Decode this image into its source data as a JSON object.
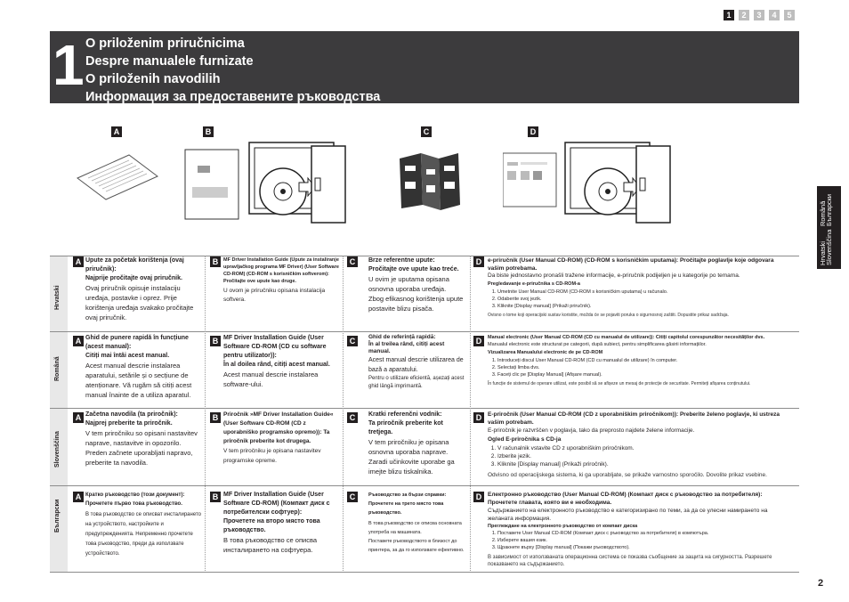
{
  "page_nav": [
    "1",
    "2",
    "3",
    "4",
    "5"
  ],
  "banner": {
    "number": "1",
    "titles": [
      "O priloženim priručnicima",
      "Despre manualele furnizate",
      "O priloženih navodilih",
      "Информация за предоставените ръководства"
    ]
  },
  "illustrations": {
    "A": "A",
    "B": "B",
    "C": "C",
    "D": "D"
  },
  "side_tab": [
    "Hrvatski",
    "Română",
    "Slovenščina",
    "Български"
  ],
  "rows": [
    {
      "language": "Hrvatski",
      "A": {
        "head": "Upute za početak korištenja (ovaj priručnik):",
        "sub": "Najprije pročitajte ovaj priručnik.",
        "body": "Ovaj priručnik opisuje instalaciju uređaja, postavke i oprez. Prije korištenja uređaja svakako pročitajte ovaj priručnik."
      },
      "B": {
        "head": "MF Driver Installation Guide (Upute za instaliranje upravljačkog programa MF Driver) (User Software CD-ROM) (CD-ROM s korisničkim softverom):",
        "sub": "Pročitajte ove upute kao druge.",
        "body": "U ovom je priručniku opisana instalacija softvera."
      },
      "C": {
        "head": "Brze referentne upute:",
        "sub": "Pročitajte ove upute kao treće.",
        "body": "U ovim je uputama opisana osnovna uporaba uređaja.",
        "body2": "Zbog efikasnog korištenja upute postavite blizu pisača."
      },
      "D": {
        "head": "e-priručnik (User Manual CD-ROM) (CD-ROM s korisničkim uputama): Pročitajte poglavlje koje odgovara vašim potrebama.",
        "intro": "Da biste jednostavno pronašli tražene informacije, e-priručnik podijeljen je u kategorije po temama.",
        "sub": "Pregledavanje e-priručnika s CD-ROM-a",
        "steps": [
          "Umetnite User Manual CD-ROM (CD-ROM s korisničkim uputama) u računalo.",
          "Odaberite svoj jezik.",
          "Kliknite [Display manual] (Prikaži priručnik)."
        ],
        "note": "Ovisno o tome koji operacijski sustav koristite, možda će se pojaviti poruka o sigurnosnoj zaštiti. Dopustite prikaz sadržaja."
      }
    },
    {
      "language": "Română",
      "A": {
        "head": "Ghid de punere rapidă în funcțiune (acest manual):",
        "sub": "Citiți mai întâi acest manual.",
        "body": "Acest manual descrie instalarea aparatului, setările și o secțiune de atenționare. Vă rugăm să citiți acest manual înainte de a utiliza aparatul."
      },
      "B": {
        "head": "MF Driver Installation Guide (User Software CD-ROM (CD cu software pentru utilizator)):",
        "sub": "În al doilea rând, citiți acest manual.",
        "body": "Acest manual descrie instalarea software-ului."
      },
      "C": {
        "head": "Ghid de referință rapidă:",
        "sub": "În al treilea rând, citiți acest manual.",
        "body": "Acest manual descrie utilizarea de bază a aparatului.",
        "body2": "Pentru o utilizare eficientă, așezați acest ghid lângă imprimantă."
      },
      "D": {
        "head": "Manual electronic (User Manual CD-ROM (CD cu manualul de utilizare)): Citiți capitolul corespunzător necesităților dvs.",
        "intro": "Manualul electronic este structurat pe categorii, după subiect, pentru simplificarea găsirii informațiilor.",
        "sub": "Vizualizarea Manualului electronic de pe CD-ROM",
        "steps": [
          "Introduceți discul User Manual CD-ROM (CD cu manualul de utilizare) în computer.",
          "Selectați limba dvs.",
          "Faceți clic pe [Display Manual] (Afișare manual)."
        ],
        "note": "În funcție de sistemul de operare utilizat, este posibil să se afișeze un mesaj de protecție de securitate. Permiteți afișarea conținutului."
      }
    },
    {
      "language": "Slovenščina",
      "A": {
        "head": "Začetna navodila (ta priročnik):",
        "sub": "Najprej preberite ta priročnik.",
        "body": "V tem priročniku so opisani nastavitev naprave, nastavitve in opozorilo. Preden začnete uporabljati napravo, preberite ta navodila."
      },
      "B": {
        "head": "Priročnik »MF Driver Installation Guide«",
        "sub": "(User Software CD-ROM (CD z uporabniško programsko opremo)): Ta priročnik preberite kot drugega.",
        "body": "V tem priročniku je opisana nastavitev programske opreme."
      },
      "C": {
        "head": "Kratki referenčni vodnik:",
        "sub": "Ta priročnik preberite kot tretjega.",
        "body": "V tem priročniku je opisana osnovna uporaba naprave.",
        "body2": "Zaradi učinkovite uporabe ga imejte blizu tiskalnika."
      },
      "D": {
        "head": "E-priročnik (User Manual CD-ROM (CD z uporabniškim priročnikom)): Preberite želeno poglavje, ki ustreza vašim potrebam.",
        "intro": "E-priročnik je razvrščen v poglavja, tako da preprosto najdete želene informacije.",
        "sub": "Ogled E-priročnika s CD-ja",
        "steps": [
          "V računalnik vstavite CD z uporabniškim priročnikom.",
          "Izberite jezik.",
          "Kliknite [Display manual] (Prikaži priročnik)."
        ],
        "note": "Odvisno od operacijskega sistema, ki ga uporabljate, se prikaže varnostno sporočilo. Dovolite prikaz vsebine."
      }
    },
    {
      "language": "Български",
      "A": {
        "head": "Кратко ръководство (този документ):",
        "sub": "Прочетете първо това ръководство.",
        "body": "В това ръководство се описват инсталирането на устройството, настройките и предупрежденията. Непременно прочетете това ръководство, преди да използвате устройството."
      },
      "B": {
        "head": "MF Driver Installation Guide (User Software CD-ROM) (Компакт диск с потребителски софтуер):",
        "sub": "Прочетете на второ място това ръководство.",
        "body": "В това ръководство се описва инсталирането на софтуера."
      },
      "C": {
        "head": "Ръководство за бързи справки:",
        "sub": "Прочетете на трето място това ръководство.",
        "body": "В това ръководство се описва основната употреба на машината.",
        "body2": "Поставете ръководството в близост до принтера, за да го използвате ефективно."
      },
      "D": {
        "head": "Електронно ръководство (User Manual CD-ROM) (Компакт диск с ръководство за потребителя): Прочетете главата, която ви е необходима.",
        "intro": "Съдържанието на електронното ръководство е категоризирано по теми, за да се улесни намирането на желаната информация.",
        "sub": "Преглеждане на електронното ръководство от компакт диска",
        "steps": [
          "Поставете User Manual CD-ROM (Компакт диск с ръководство за потребителя) в компютъра.",
          "Изберете вашия език.",
          "Щракнете върху [Display manual] (Покажи ръководството)."
        ],
        "note": "В зависимост от използваната операционна система се показва съобщение за защита на сигурността. Разрешете показването на съдържанието."
      }
    }
  ],
  "page_number": "2"
}
